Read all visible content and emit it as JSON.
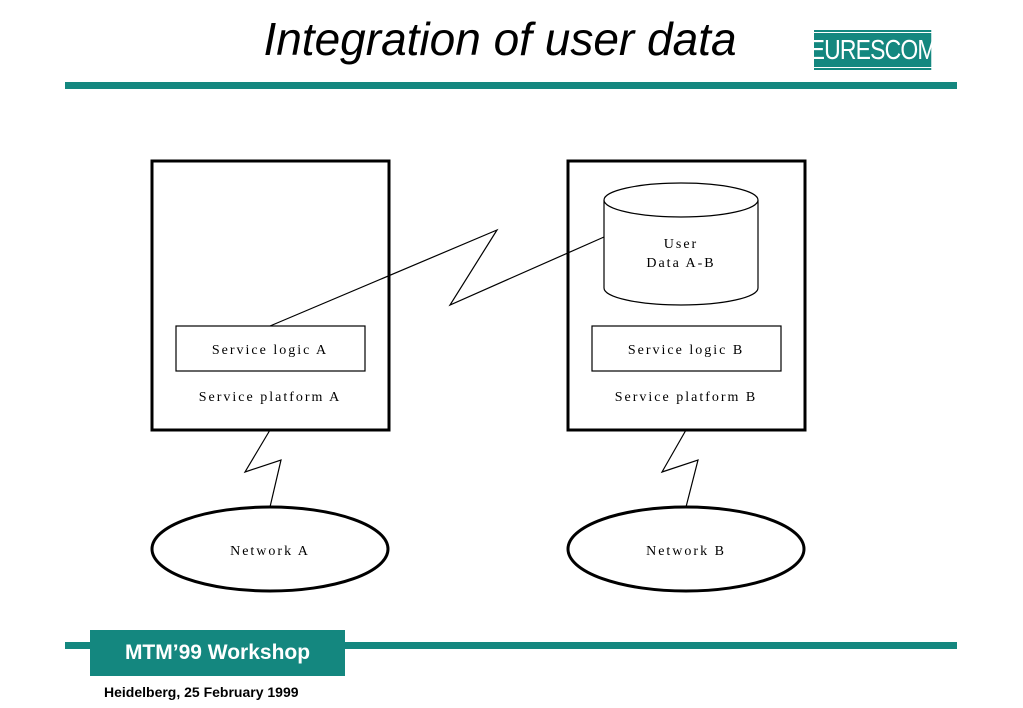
{
  "header": {
    "title": "Integration of user data",
    "logo_text": "EURESCOM"
  },
  "diagram": {
    "platform_a": {
      "service_logic": "Service logic A",
      "label": "Service platform A"
    },
    "platform_b": {
      "database_line1": "User",
      "database_line2": "Data A-B",
      "service_logic": "Service logic B",
      "label": "Service platform B"
    },
    "network_a": "Network A",
    "network_b": "Network B"
  },
  "footer": {
    "workshop": "MTM’99 Workshop",
    "date": "Heidelberg, 25 February 1999"
  },
  "colors": {
    "accent": "#14877f",
    "foreground": "#000000",
    "background": "#ffffff"
  }
}
